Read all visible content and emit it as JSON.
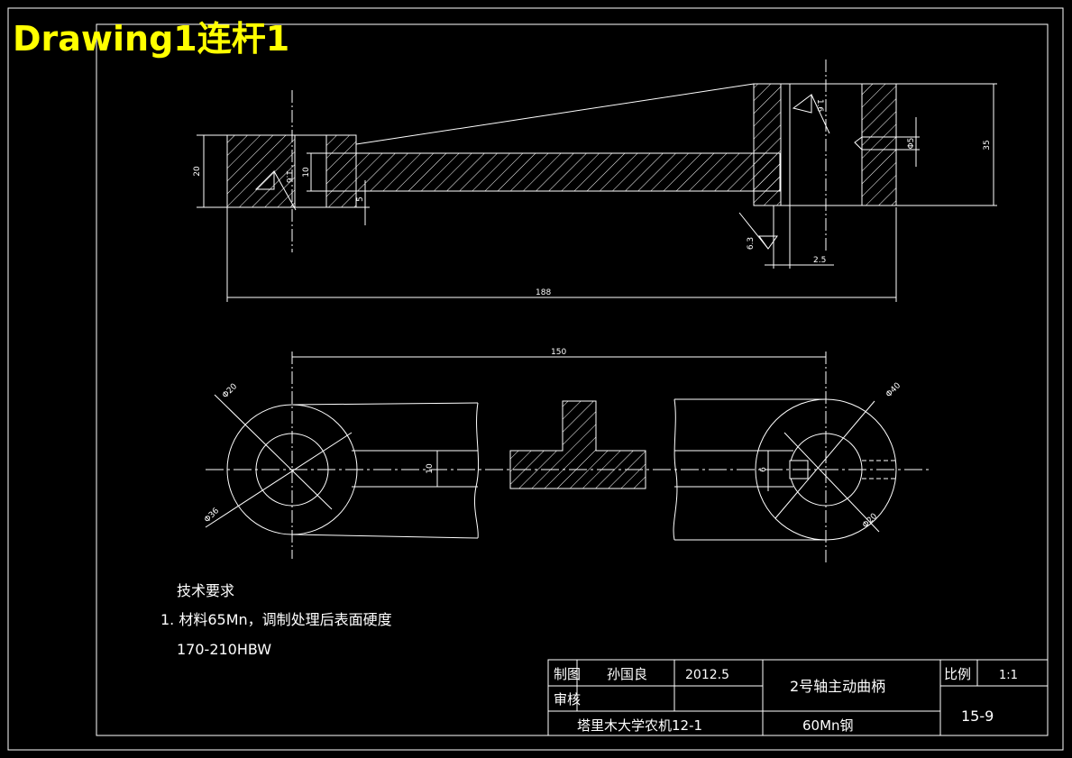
{
  "header": {
    "title": "Drawing1连杆1"
  },
  "dimensions": {
    "top_height_left": "20",
    "shaft_thickness": "10",
    "step": "5",
    "hub_height": "35",
    "keyway_hole": "Φ5",
    "chamfer": "2.5",
    "overall_length": "188",
    "center_distance": "150",
    "left_bore": "Φ20",
    "left_outer": "Φ36",
    "arm_width": "10",
    "right_outer": "Φ40",
    "right_bore": "Φ20",
    "key_width": "6"
  },
  "roughness": {
    "left": "1.6",
    "right_top": "1.6",
    "right_bottom": "6.3"
  },
  "notes": {
    "heading": "技术要求",
    "line1": "1. 材料65Mn，调制处理后表面硬度",
    "line2": "170-210HBW"
  },
  "title_block": {
    "drawn_label": "制图",
    "drawn_name": "孙国良",
    "date": "2012.5",
    "checked_label": "审核",
    "part_name": "2号轴主动曲柄",
    "scale_label": "比例",
    "scale_value": "1:1",
    "org": "塔里木大学农机12-1",
    "material": "60Mn钢",
    "number": "15-9"
  }
}
